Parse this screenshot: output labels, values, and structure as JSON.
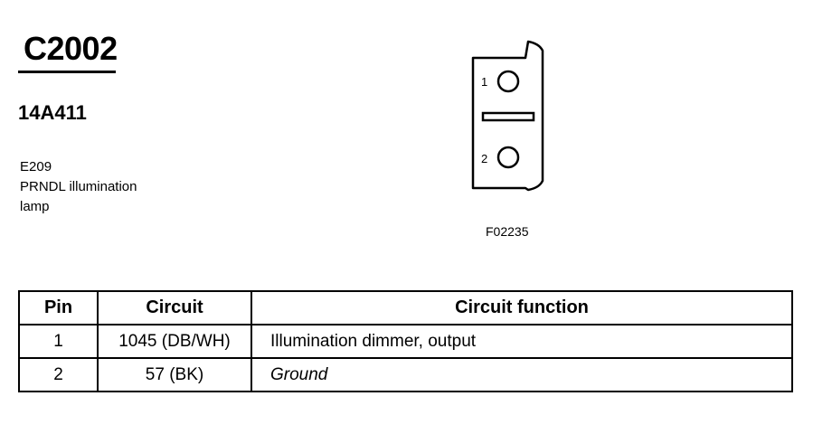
{
  "connector": {
    "id": "C2002",
    "part_number": "14A411",
    "component": {
      "line1": "E209",
      "line2": "PRNDL illumination",
      "line3": "lamp"
    },
    "figure_ref": "F02235",
    "pin_labels": [
      "1",
      "2"
    ]
  },
  "table": {
    "headers": {
      "pin": "Pin",
      "circuit": "Circuit",
      "function": "Circuit function"
    },
    "rows": [
      {
        "pin": "1",
        "circuit": "1045 (DB/WH)",
        "function": "Illumination dimmer, output"
      },
      {
        "pin": "2",
        "circuit": "57 (BK)",
        "function": "Ground"
      }
    ]
  }
}
